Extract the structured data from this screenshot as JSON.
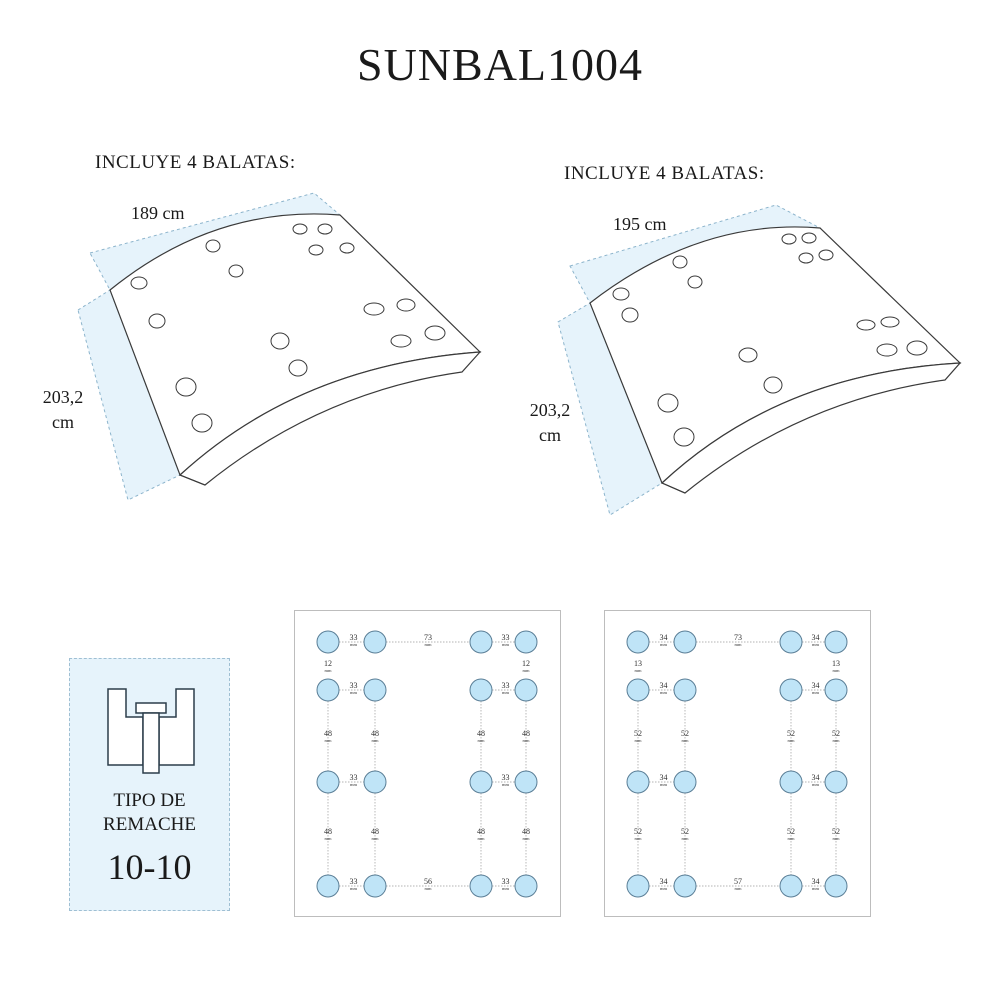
{
  "title": "SUNBAL1004",
  "left_shoe": {
    "caption": "INCLUYE 4 BALATAS:",
    "width_label": "189 cm",
    "height_label_line1": "203,2",
    "height_label_line2": "cm"
  },
  "right_shoe": {
    "caption": "INCLUYE 4 BALATAS:",
    "width_label": "195 cm",
    "height_label_line1": "203,2",
    "height_label_line2": "cm"
  },
  "rivet": {
    "label_line1": "TIPO DE",
    "label_line2": "REMACHE",
    "value": "10-10",
    "icon": "rivet-icon"
  },
  "pattern_left": {
    "unit": "mm",
    "pair_gap_rows": [
      "33",
      "33",
      "33",
      "33"
    ],
    "pair_gap_right_rows": [
      "33",
      "33",
      "33",
      "33"
    ],
    "top_center": "73",
    "bottom_center": "56",
    "edge_left": "12",
    "edge_right": "12",
    "vertical_left_upper": "48",
    "vertical_inner_left_upper": "48",
    "vertical_inner_right_upper": "48",
    "vertical_right_upper": "48",
    "vertical_left_lower": "48",
    "vertical_inner_left_lower": "48",
    "vertical_inner_right_lower": "48",
    "vertical_right_lower": "48"
  },
  "pattern_right": {
    "unit": "mm",
    "pair_gap_rows": [
      "34",
      "34",
      "34",
      "34"
    ],
    "pair_gap_right_rows": [
      "34",
      "34",
      "34",
      "34"
    ],
    "top_center": "73",
    "bottom_center": "57",
    "edge_left": "13",
    "edge_right": "13",
    "vertical_left_upper": "52",
    "vertical_inner_left_upper": "52",
    "vertical_inner_right_upper": "52",
    "vertical_right_upper": "52",
    "vertical_left_lower": "52",
    "vertical_inner_left_lower": "52",
    "vertical_inner_right_lower": "52",
    "vertical_right_lower": "52"
  },
  "colors": {
    "highlight": "#e6f3fb",
    "hole_fill": "#bfe4f7",
    "outline": "#3a3a3a"
  }
}
